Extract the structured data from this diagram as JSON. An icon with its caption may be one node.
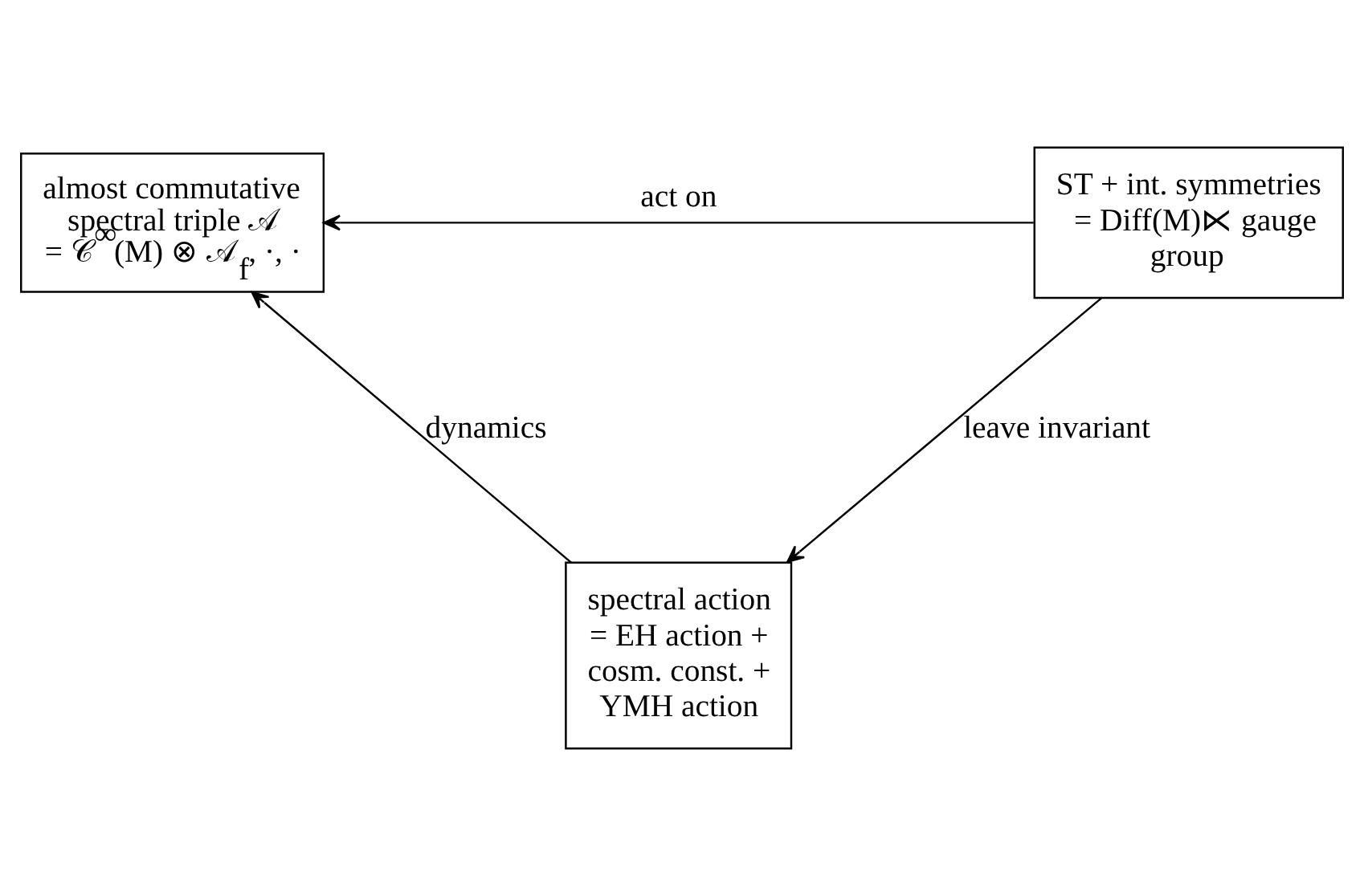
{
  "diagram": {
    "nodes": [
      {
        "text": [
          "almost commutative spectral triple 𝒜 = 𝒞$^{∞}$(M) ⊗ 𝒜$_{f}$, ·, ·"
        ]
      },
      {
        "text": [
          "ST + int. symmetries = Diff(M)⋉ gauge group"
        ]
      },
      {
        "text": [
          "spectral action = EH action + cosm. const. + YMH action"
        ]
      }
    ],
    "edges": [
      {
        "from": 1,
        "to": 0,
        "arrow": "to",
        "label": "act on"
      },
      {
        "from": 2,
        "to": 0,
        "arrow": "to",
        "label": "dynamics"
      },
      {
        "from": 1,
        "to": 2,
        "arrow": "to",
        "label": "leave invariant"
      }
    ]
  }
}
